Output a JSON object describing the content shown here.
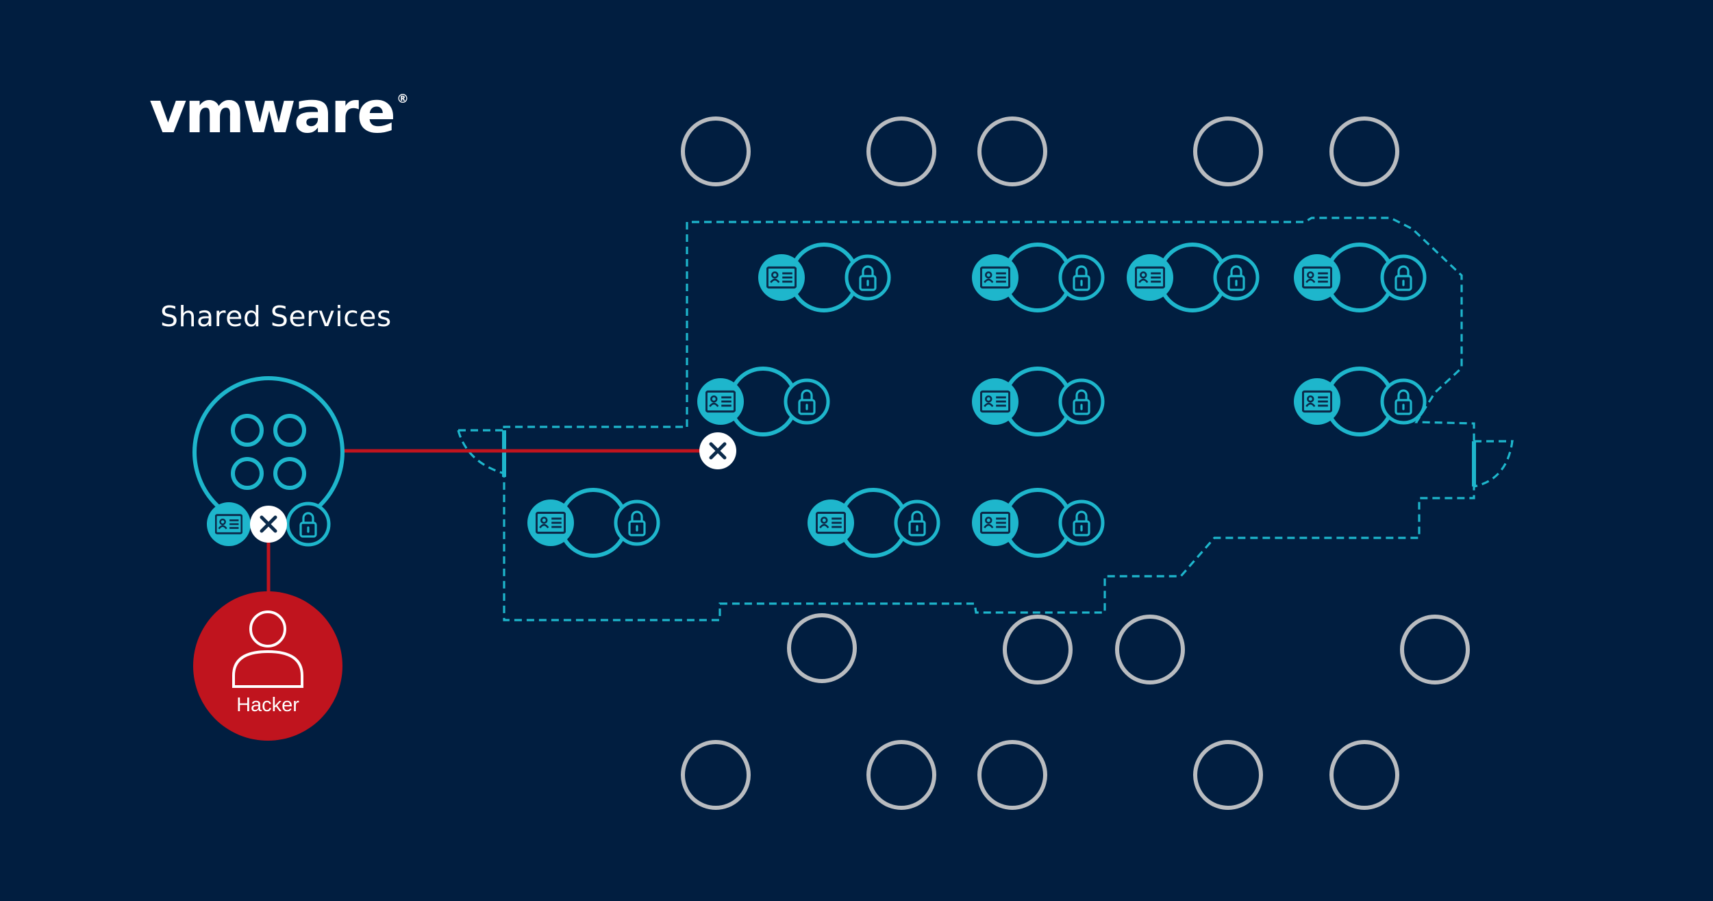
{
  "logo": {
    "text": "vmware",
    "mark": "®"
  },
  "shared_services": {
    "label": "Shared Services"
  },
  "hacker": {
    "label": "Hacker"
  },
  "colors": {
    "background": "#011e40",
    "teal": "#1eb6cc",
    "grey_ring": "#b9bcc0",
    "attack_red": "#c0141e",
    "blocked_marker": "#ffffff",
    "dark_icon": "#0b2a4a"
  },
  "icons": {
    "workload_identity": "id-card-icon",
    "workload_policy": "lock-icon",
    "blocked": "close-icon",
    "user": "person-icon",
    "services": "app-grid-icon"
  }
}
